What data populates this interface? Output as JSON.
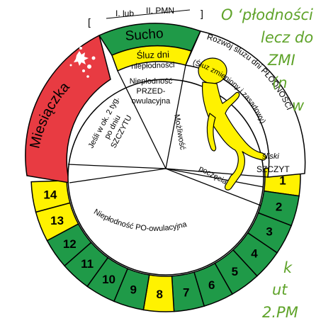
{
  "colors": {
    "green": "#1f9a48",
    "yellow": "#fff200",
    "red": "#e83b42",
    "white": "#ffffff",
    "side_text": "#5fa32a",
    "outline": "#000000"
  },
  "bracket_label": {
    "open": "[",
    "left": "I. lub",
    "right": "II. PMN",
    "close": "]"
  },
  "top_band": {
    "sucho": "Sucho",
    "sluz_line1": "Śluz dni",
    "sluz_line2": "niepłodności",
    "przed_line1": "Niepłodność",
    "przed_line2": "PRZED-",
    "przed_line3": "owulacyjna"
  },
  "arc_labels": {
    "miesiaczka": "Miesiączka",
    "rozwoj": "Rozwój śluzu dni PŁODNOŚCI",
    "sluz_zmieniony": "(Śluz zmieniony i zasadowy)",
    "sliski": "śliski",
    "szczyt": "SZCZYT",
    "po_owulacyjna": "Niepłodność PO-owulacyjna"
  },
  "inner_labels": {
    "jesli_line1": "Jeśli w ok. 2 tyg.",
    "jesli_line2": "po dniu",
    "jesli_line3": "SZCZYTU",
    "mozliwosc": "Możliwość",
    "poczecia": "poczęcia"
  },
  "day_segments": [
    {
      "label": "1",
      "color": "yellow"
    },
    {
      "label": "2",
      "color": "green"
    },
    {
      "label": "3",
      "color": "green"
    },
    {
      "label": "4",
      "color": "green"
    },
    {
      "label": "5",
      "color": "green"
    },
    {
      "label": "6",
      "color": "green"
    },
    {
      "label": "7",
      "color": "green"
    },
    {
      "label": "8",
      "color": "yellow"
    },
    {
      "label": "9",
      "color": "green"
    },
    {
      "label": "10",
      "color": "green"
    },
    {
      "label": "11",
      "color": "green"
    },
    {
      "label": "12",
      "color": "green"
    },
    {
      "label": "13",
      "color": "yellow"
    },
    {
      "label": "14",
      "color": "yellow"
    }
  ],
  "side_text_lines": [
    "O ‘płodności",
    "lecz do",
    "ZMI",
    "(n",
    "w",
    "k",
    "ut",
    "2.PM"
  ]
}
